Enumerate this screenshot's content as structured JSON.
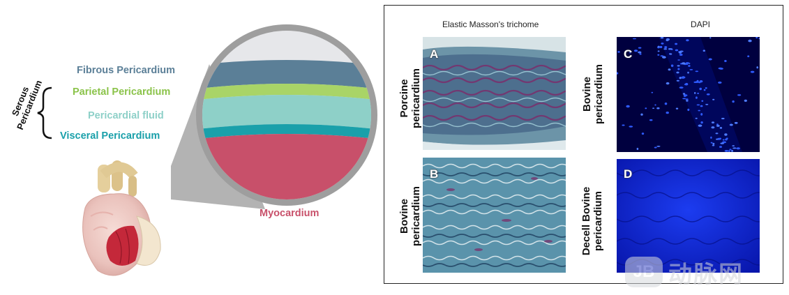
{
  "diagram": {
    "serous_label": "Serous\nPericardium",
    "layers": [
      {
        "label": "Fibrous Pericardium",
        "color": "#5b7f97"
      },
      {
        "label": "Parietal Pericardium",
        "color": "#8bc34a"
      },
      {
        "label": "Pericardial fluid",
        "color": "#8ed0c8"
      },
      {
        "label": "Visceral Pericardium",
        "color": "#1aa0aa"
      }
    ],
    "myocardium_label": "Myocardium",
    "myocardium_color": "#c8506a"
  },
  "histology": {
    "column_titles": [
      "Elastic Masson's trichome",
      "DAPI"
    ],
    "row_labels_left": [
      "Porcine\npericardium",
      "Bovine\npericardium"
    ],
    "row_labels_right": [
      "Bovine\npericardium",
      "Decell Bovine\npericardium"
    ],
    "panels": [
      {
        "letter": "A",
        "stain": "masson"
      },
      {
        "letter": "B",
        "stain": "masson"
      },
      {
        "letter": "C",
        "stain": "dapi"
      },
      {
        "letter": "D",
        "stain": "dapi"
      }
    ]
  },
  "watermark": {
    "logo_text": "JB",
    "text": "动脉网"
  }
}
